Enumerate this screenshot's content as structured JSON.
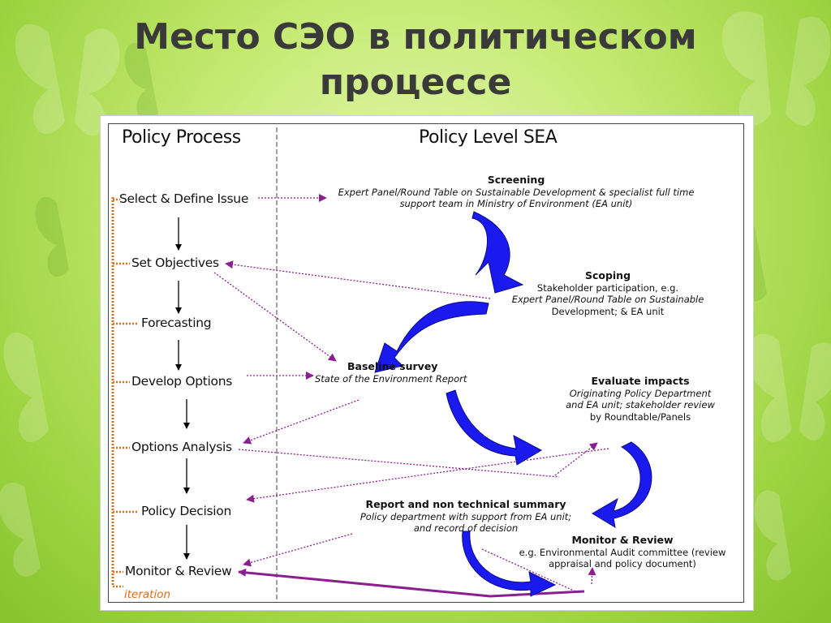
{
  "title": {
    "line1": "Место СЭО в политическом",
    "line2": "процессе"
  },
  "headers": {
    "left": "Policy Process",
    "right": "Policy Level SEA"
  },
  "policy_process": [
    "Select & Define Issue",
    "Set Objectives",
    "Forecasting",
    "Develop Options",
    "Options Analysis",
    "Policy Decision",
    "Monitor & Review"
  ],
  "iteration_label": "iteration",
  "sea": {
    "screening": {
      "title": "Screening",
      "line1": "Expert Panel/Round Table on Sustainable Development  & specialist full time",
      "line2": "support team in Ministry of Environment (EA unit)"
    },
    "scoping": {
      "title": "Scoping",
      "line1": "Stakeholder participation, e.g.",
      "line2": "Expert Panel/Round Table on Sustainable",
      "line3": "Development; & EA unit"
    },
    "baseline": {
      "title": "Baseline survey",
      "line1": "State of the Environment Report"
    },
    "evaluate": {
      "title": "Evaluate impacts",
      "line1": "Originating Policy Department",
      "line2": "and EA unit; stakeholder review",
      "line3": "by Roundtable/Panels"
    },
    "report": {
      "title": "Report and non technical summary",
      "line1": "Policy department with support from EA unit;",
      "line2": "and record of decision"
    },
    "monitor": {
      "title": "Monitor & Review",
      "line1": "e.g. Environmental Audit committee (review",
      "line2": "appraisal and policy document)"
    }
  },
  "colors": {
    "flow_arrow": "#1a1aee",
    "link": "#8b1f8f",
    "iteration": "#e36b12",
    "title_text": "#3a3a3a"
  }
}
